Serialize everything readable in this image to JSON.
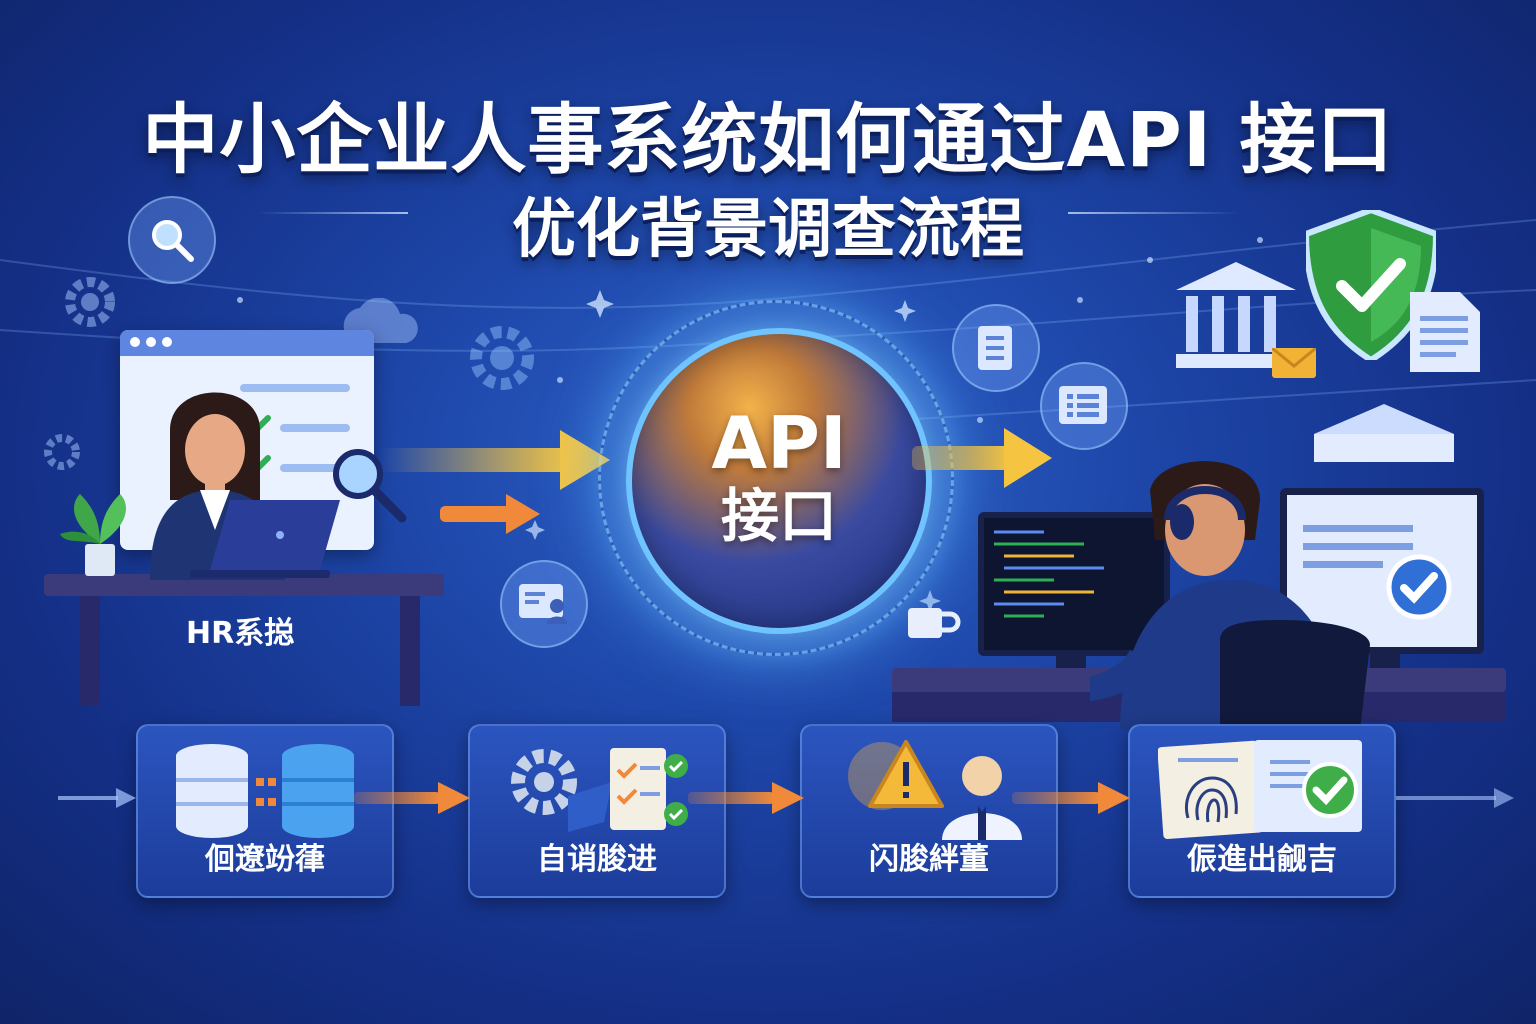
{
  "title": {
    "line1": "中小企业人事系统如何通过API 接口",
    "line2": "优化背景调查流程"
  },
  "hub": {
    "label_en": "API",
    "label_cn": "接口"
  },
  "hr_system": {
    "label": "HR系搃"
  },
  "steps": [
    {
      "label": "佪遼竕葎"
    },
    {
      "label": "自诮朘进"
    },
    {
      "label": "闪朘絆董"
    },
    {
      "label": "侲進出觎吉"
    }
  ],
  "colors": {
    "background": "#1d46a8",
    "arrow_gold": "#f5c542",
    "arrow_orange": "#f08a3a",
    "shield_green": "#3fae49",
    "hub_ring": "#6fc3ff"
  },
  "icons": [
    "search-icon",
    "gear-icon",
    "cloud-icon",
    "document-icon",
    "list-icon",
    "user-card-icon",
    "bank-icon",
    "shield-check-icon",
    "email-icon",
    "database-icon",
    "warning-icon",
    "person-icon",
    "fingerprint-icon",
    "check-circle-icon"
  ]
}
